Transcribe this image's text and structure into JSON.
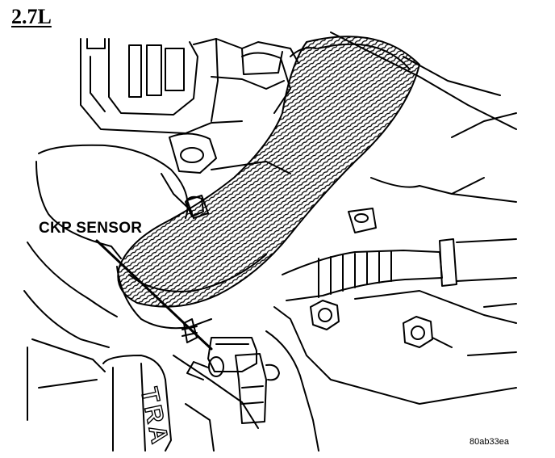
{
  "title": "2.7L",
  "callout": "CKP SENSOR",
  "figure_id": "80ab33ea",
  "housing_text": "TRA"
}
